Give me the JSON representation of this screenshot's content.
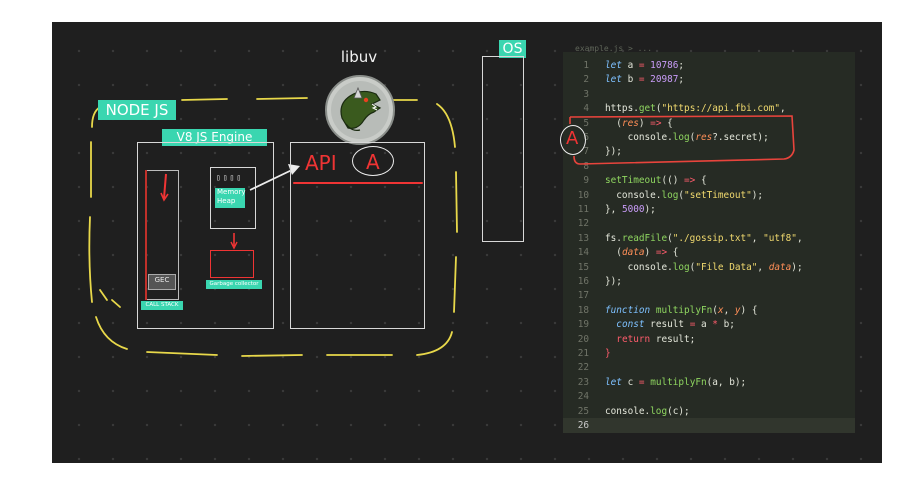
{
  "diagram": {
    "node_label": "NODE JS",
    "v8_label": "V8 JS Engine",
    "libuv_label": "libuv",
    "os_label": "OS",
    "api_label": "API",
    "api_circle_letter": "A",
    "memory_heap_label": "Memory Heap",
    "gec_label": "GEC",
    "call_stack_label": "CALL STACK",
    "garbage_collector_label": "Garbage collector",
    "code_marker_letter": "A",
    "accent_color": "#3ad6b0",
    "annotation_color": "#ef3434",
    "dash_color": "#e8d84a"
  },
  "editor": {
    "breadcrumb": "example.js > ...",
    "active_line": 26,
    "lines": [
      {
        "num": "1",
        "tokens": [
          {
            "t": "let",
            "c": "kw"
          },
          {
            "t": " a ",
            "c": "plain"
          },
          {
            "t": "=",
            "c": "op"
          },
          {
            "t": " 10786",
            "c": "num"
          },
          {
            "t": ";",
            "c": "plain"
          }
        ]
      },
      {
        "num": "2",
        "tokens": [
          {
            "t": "let",
            "c": "kw"
          },
          {
            "t": " b ",
            "c": "plain"
          },
          {
            "t": "=",
            "c": "op"
          },
          {
            "t": " 20987",
            "c": "num"
          },
          {
            "t": ";",
            "c": "plain"
          }
        ]
      },
      {
        "num": "3",
        "tokens": []
      },
      {
        "num": "4",
        "tokens": [
          {
            "t": "https.",
            "c": "plain"
          },
          {
            "t": "get",
            "c": "fn"
          },
          {
            "t": "(",
            "c": "plain"
          },
          {
            "t": "\"https://api.fbi.com\"",
            "c": "str"
          },
          {
            "t": ",",
            "c": "plain"
          }
        ]
      },
      {
        "num": "5",
        "tokens": [
          {
            "t": "  (",
            "c": "plain"
          },
          {
            "t": "res",
            "c": "param"
          },
          {
            "t": ") ",
            "c": "plain"
          },
          {
            "t": "=>",
            "c": "op"
          },
          {
            "t": " {",
            "c": "plain"
          }
        ]
      },
      {
        "num": "6",
        "tokens": [
          {
            "t": "    console.",
            "c": "plain"
          },
          {
            "t": "log",
            "c": "fn"
          },
          {
            "t": "(",
            "c": "plain"
          },
          {
            "t": "res",
            "c": "param"
          },
          {
            "t": "?.secret);",
            "c": "plain"
          }
        ]
      },
      {
        "num": "7",
        "tokens": [
          {
            "t": "});",
            "c": "plain"
          }
        ]
      },
      {
        "num": "8",
        "tokens": []
      },
      {
        "num": "9",
        "tokens": [
          {
            "t": "setTimeout",
            "c": "fn"
          },
          {
            "t": "(() ",
            "c": "plain"
          },
          {
            "t": "=>",
            "c": "op"
          },
          {
            "t": " {",
            "c": "plain"
          }
        ]
      },
      {
        "num": "10",
        "tokens": [
          {
            "t": "  console.",
            "c": "plain"
          },
          {
            "t": "log",
            "c": "fn"
          },
          {
            "t": "(",
            "c": "plain"
          },
          {
            "t": "\"setTimeout\"",
            "c": "str"
          },
          {
            "t": ");",
            "c": "plain"
          }
        ]
      },
      {
        "num": "11",
        "tokens": [
          {
            "t": "}, ",
            "c": "plain"
          },
          {
            "t": "5000",
            "c": "num"
          },
          {
            "t": ");",
            "c": "plain"
          }
        ]
      },
      {
        "num": "12",
        "tokens": []
      },
      {
        "num": "13",
        "tokens": [
          {
            "t": "fs.",
            "c": "plain"
          },
          {
            "t": "readFile",
            "c": "fn"
          },
          {
            "t": "(",
            "c": "plain"
          },
          {
            "t": "\"./gossip.txt\"",
            "c": "str"
          },
          {
            "t": ", ",
            "c": "plain"
          },
          {
            "t": "\"utf8\"",
            "c": "str"
          },
          {
            "t": ",",
            "c": "plain"
          }
        ]
      },
      {
        "num": "14",
        "tokens": [
          {
            "t": "  (",
            "c": "plain"
          },
          {
            "t": "data",
            "c": "param"
          },
          {
            "t": ") ",
            "c": "plain"
          },
          {
            "t": "=>",
            "c": "op"
          },
          {
            "t": " {",
            "c": "plain"
          }
        ]
      },
      {
        "num": "15",
        "tokens": [
          {
            "t": "    console.",
            "c": "plain"
          },
          {
            "t": "log",
            "c": "fn"
          },
          {
            "t": "(",
            "c": "plain"
          },
          {
            "t": "\"File Data\"",
            "c": "str"
          },
          {
            "t": ", ",
            "c": "plain"
          },
          {
            "t": "data",
            "c": "param"
          },
          {
            "t": ");",
            "c": "plain"
          }
        ]
      },
      {
        "num": "16",
        "tokens": [
          {
            "t": "});",
            "c": "plain"
          }
        ]
      },
      {
        "num": "17",
        "tokens": []
      },
      {
        "num": "18",
        "tokens": [
          {
            "t": "function",
            "c": "kw"
          },
          {
            "t": " ",
            "c": "plain"
          },
          {
            "t": "multiplyFn",
            "c": "fn"
          },
          {
            "t": "(",
            "c": "plain"
          },
          {
            "t": "x",
            "c": "param"
          },
          {
            "t": ", ",
            "c": "plain"
          },
          {
            "t": "y",
            "c": "param"
          },
          {
            "t": ") {",
            "c": "plain"
          }
        ]
      },
      {
        "num": "19",
        "tokens": [
          {
            "t": "  ",
            "c": "plain"
          },
          {
            "t": "const",
            "c": "kw"
          },
          {
            "t": " result ",
            "c": "plain"
          },
          {
            "t": "=",
            "c": "op"
          },
          {
            "t": " a ",
            "c": "plain"
          },
          {
            "t": "*",
            "c": "op"
          },
          {
            "t": " b;",
            "c": "plain"
          }
        ]
      },
      {
        "num": "20",
        "tokens": [
          {
            "t": "  ",
            "c": "plain"
          },
          {
            "t": "return",
            "c": "ret"
          },
          {
            "t": " result;",
            "c": "plain"
          }
        ]
      },
      {
        "num": "21",
        "tokens": [
          {
            "t": "}",
            "c": "op"
          }
        ]
      },
      {
        "num": "22",
        "tokens": []
      },
      {
        "num": "23",
        "tokens": [
          {
            "t": "let",
            "c": "kw"
          },
          {
            "t": " c ",
            "c": "plain"
          },
          {
            "t": "=",
            "c": "op"
          },
          {
            "t": " ",
            "c": "plain"
          },
          {
            "t": "multiplyFn",
            "c": "fn"
          },
          {
            "t": "(a, b);",
            "c": "plain"
          }
        ]
      },
      {
        "num": "24",
        "tokens": []
      },
      {
        "num": "25",
        "tokens": [
          {
            "t": "console.",
            "c": "plain"
          },
          {
            "t": "log",
            "c": "fn"
          },
          {
            "t": "(c);",
            "c": "plain"
          }
        ]
      },
      {
        "num": "26",
        "tokens": []
      }
    ],
    "token_colors": {
      "kw": "#7ec1ff",
      "plain": "#e3e6da",
      "op": "#ff5c6c",
      "num": "#c99cf8",
      "fn": "#8fd660",
      "str": "#f0d96e",
      "param": "#ff8f58",
      "ret": "#ff5c6c"
    }
  }
}
